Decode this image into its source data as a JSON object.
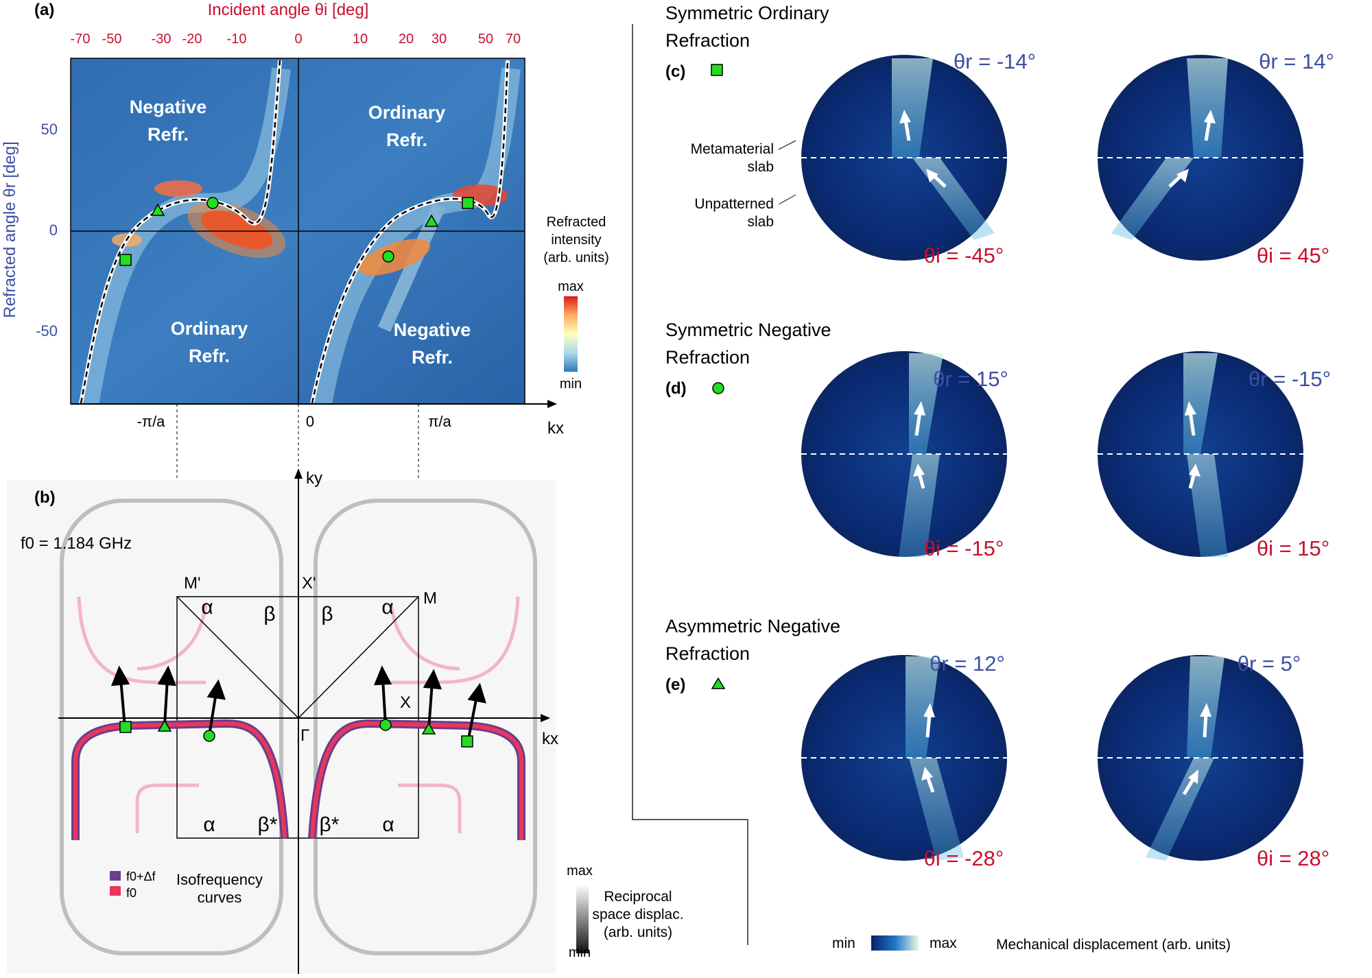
{
  "panel_a": {
    "label": "(a)",
    "top_axis_title": "Incident angle θi [deg]",
    "top_ticks": [
      "-70",
      "-50",
      "-30",
      "-20",
      "-10",
      "0",
      "10",
      "20",
      "30",
      "50",
      "70"
    ],
    "left_axis_title": "Refracted angle θr [deg]",
    "left_ticks": [
      "50",
      "0",
      "-50"
    ],
    "bottom_ticks": [
      "-π/a",
      "0",
      "π/a"
    ],
    "bottom_axis": "kx",
    "regions": {
      "tl": [
        "Negative",
        "Refr."
      ],
      "tr": [
        "Ordinary",
        "Refr."
      ],
      "bl": [
        "Ordinary",
        "Refr."
      ],
      "br": [
        "Negative",
        "Refr."
      ]
    },
    "colorbar_title": [
      "Refracted",
      "intensity",
      "(arb. units)"
    ],
    "colorbar_max": "max",
    "colorbar_min": "min"
  },
  "panel_b": {
    "label": "(b)",
    "frequency": "f0 = 1.184 GHz",
    "ky": "ky",
    "kx": "kx",
    "points": {
      "M_prime": "M'",
      "X_prime": "X'",
      "M": "M",
      "X": "X",
      "Gamma": "Γ"
    },
    "zones_top": [
      "α",
      "β",
      "β",
      "α"
    ],
    "zones_bottom": [
      "α",
      "β*",
      "β*",
      "α"
    ],
    "legend": [
      "f0+Δf",
      "f0"
    ],
    "legend_title": [
      "Isofrequency",
      "curves"
    ],
    "colorbar_title": [
      "Reciprocal",
      "space displac.",
      "(arb. units)"
    ],
    "colorbar_max": "max",
    "colorbar_min": "min"
  },
  "panel_c": {
    "title": [
      "Symmetric Ordinary",
      "Refraction"
    ],
    "label": "(c)",
    "marker": "square",
    "labels_meta": [
      "Metamaterial",
      "slab"
    ],
    "labels_unpat": [
      "Unpatterned",
      "slab"
    ],
    "left": {
      "theta_r": "θr = -14°",
      "theta_i": "θi = -45°"
    },
    "right": {
      "theta_r": "θr = 14°",
      "theta_i": "θi = 45°"
    }
  },
  "panel_d": {
    "title": [
      "Symmetric Negative",
      "Refraction"
    ],
    "label": "(d)",
    "marker": "circle",
    "left": {
      "theta_r": "θr = 15°",
      "theta_i": "θi = -15°"
    },
    "right": {
      "theta_r": "θr = -15°",
      "theta_i": "θi = 15°"
    }
  },
  "panel_e": {
    "title": [
      "Asymmetric Negative",
      "Refraction"
    ],
    "label": "(e)",
    "marker": "triangle",
    "left": {
      "theta_r": "θr = 12°",
      "theta_i": "θi = -28°"
    },
    "right": {
      "theta_r": "θr = 5°",
      "theta_i": "θi = 28°"
    }
  },
  "bottom_colorbar": {
    "min": "min",
    "max": "max",
    "title": "Mechanical displacement (arb. units)"
  },
  "colors": {
    "red_axis": "#c8102e",
    "blue_axis": "#3d4fa3",
    "marker_green": "#22dd22",
    "purple": "#6a3d8f",
    "pink": "#e8365d",
    "field_dark": "#0b2a6b"
  }
}
